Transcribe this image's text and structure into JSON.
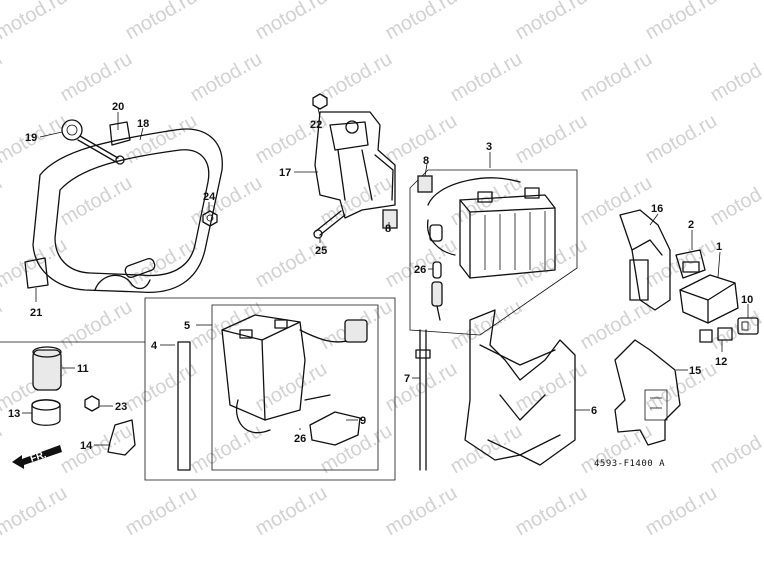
{
  "watermark": {
    "text": "motod.ru"
  },
  "diagram_code": "4593-F1400 A",
  "direction_label": "FR.",
  "callouts": {
    "c1": "1",
    "c2": "2",
    "c3": "3",
    "c4": "4",
    "c5": "5",
    "c6": "6",
    "c7": "7",
    "c8a": "8",
    "c8b": "8",
    "c9": "9",
    "c10": "10",
    "c11": "11",
    "c12": "12",
    "c13": "13",
    "c14": "14",
    "c15": "15",
    "c16": "16",
    "c17": "17",
    "c18": "18",
    "c19": "19",
    "c20": "20",
    "c21": "21",
    "c22": "22",
    "c23": "23",
    "c24": "24",
    "c25": "25",
    "c26a": "26",
    "c26b": "26"
  }
}
